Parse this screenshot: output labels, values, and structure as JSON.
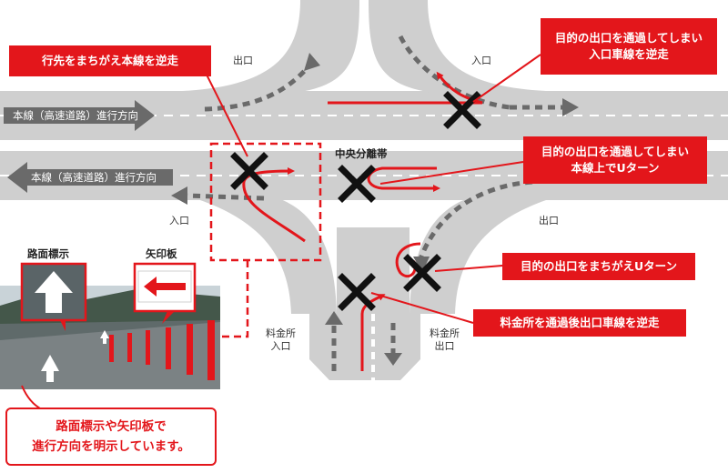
{
  "callouts": {
    "wrong_way_main": "行先をまちがえ本線を逆走",
    "passed_exit_entrance_line1": "目的の出口を通過してしまい",
    "passed_exit_entrance_line2": "入口車線を逆走",
    "passed_exit_uturn_line1": "目的の出口を通過してしまい",
    "passed_exit_uturn_line2": "本線上でUターン",
    "wrong_exit_uturn": "目的の出口をまちがえUターン",
    "toll_exit_wrongway": "料金所を通過後出口車線を逆走"
  },
  "labels": {
    "exit_top": "出口",
    "entrance_top": "入口",
    "median": "中央分離帯",
    "entrance_bottom": "入口",
    "exit_bottom": "出口",
    "toll_entrance_line1": "料金所",
    "toll_entrance_line2": "入口",
    "toll_exit_line1": "料金所",
    "toll_exit_line2": "出口"
  },
  "lanes": {
    "upper": "本線（高速道路）進行方向",
    "lower": "本線（高速道路）進行方向"
  },
  "photo": {
    "road_marking_title": "路面標示",
    "arrow_board_title": "矢印板"
  },
  "note": {
    "line1": "路面標示や矢印板で",
    "line2": "進行方向を明示しています。"
  },
  "colors": {
    "accent_red": "#e3161b",
    "road_gray": "#cfcfcf",
    "arrow_gray": "#6a6a6a"
  }
}
